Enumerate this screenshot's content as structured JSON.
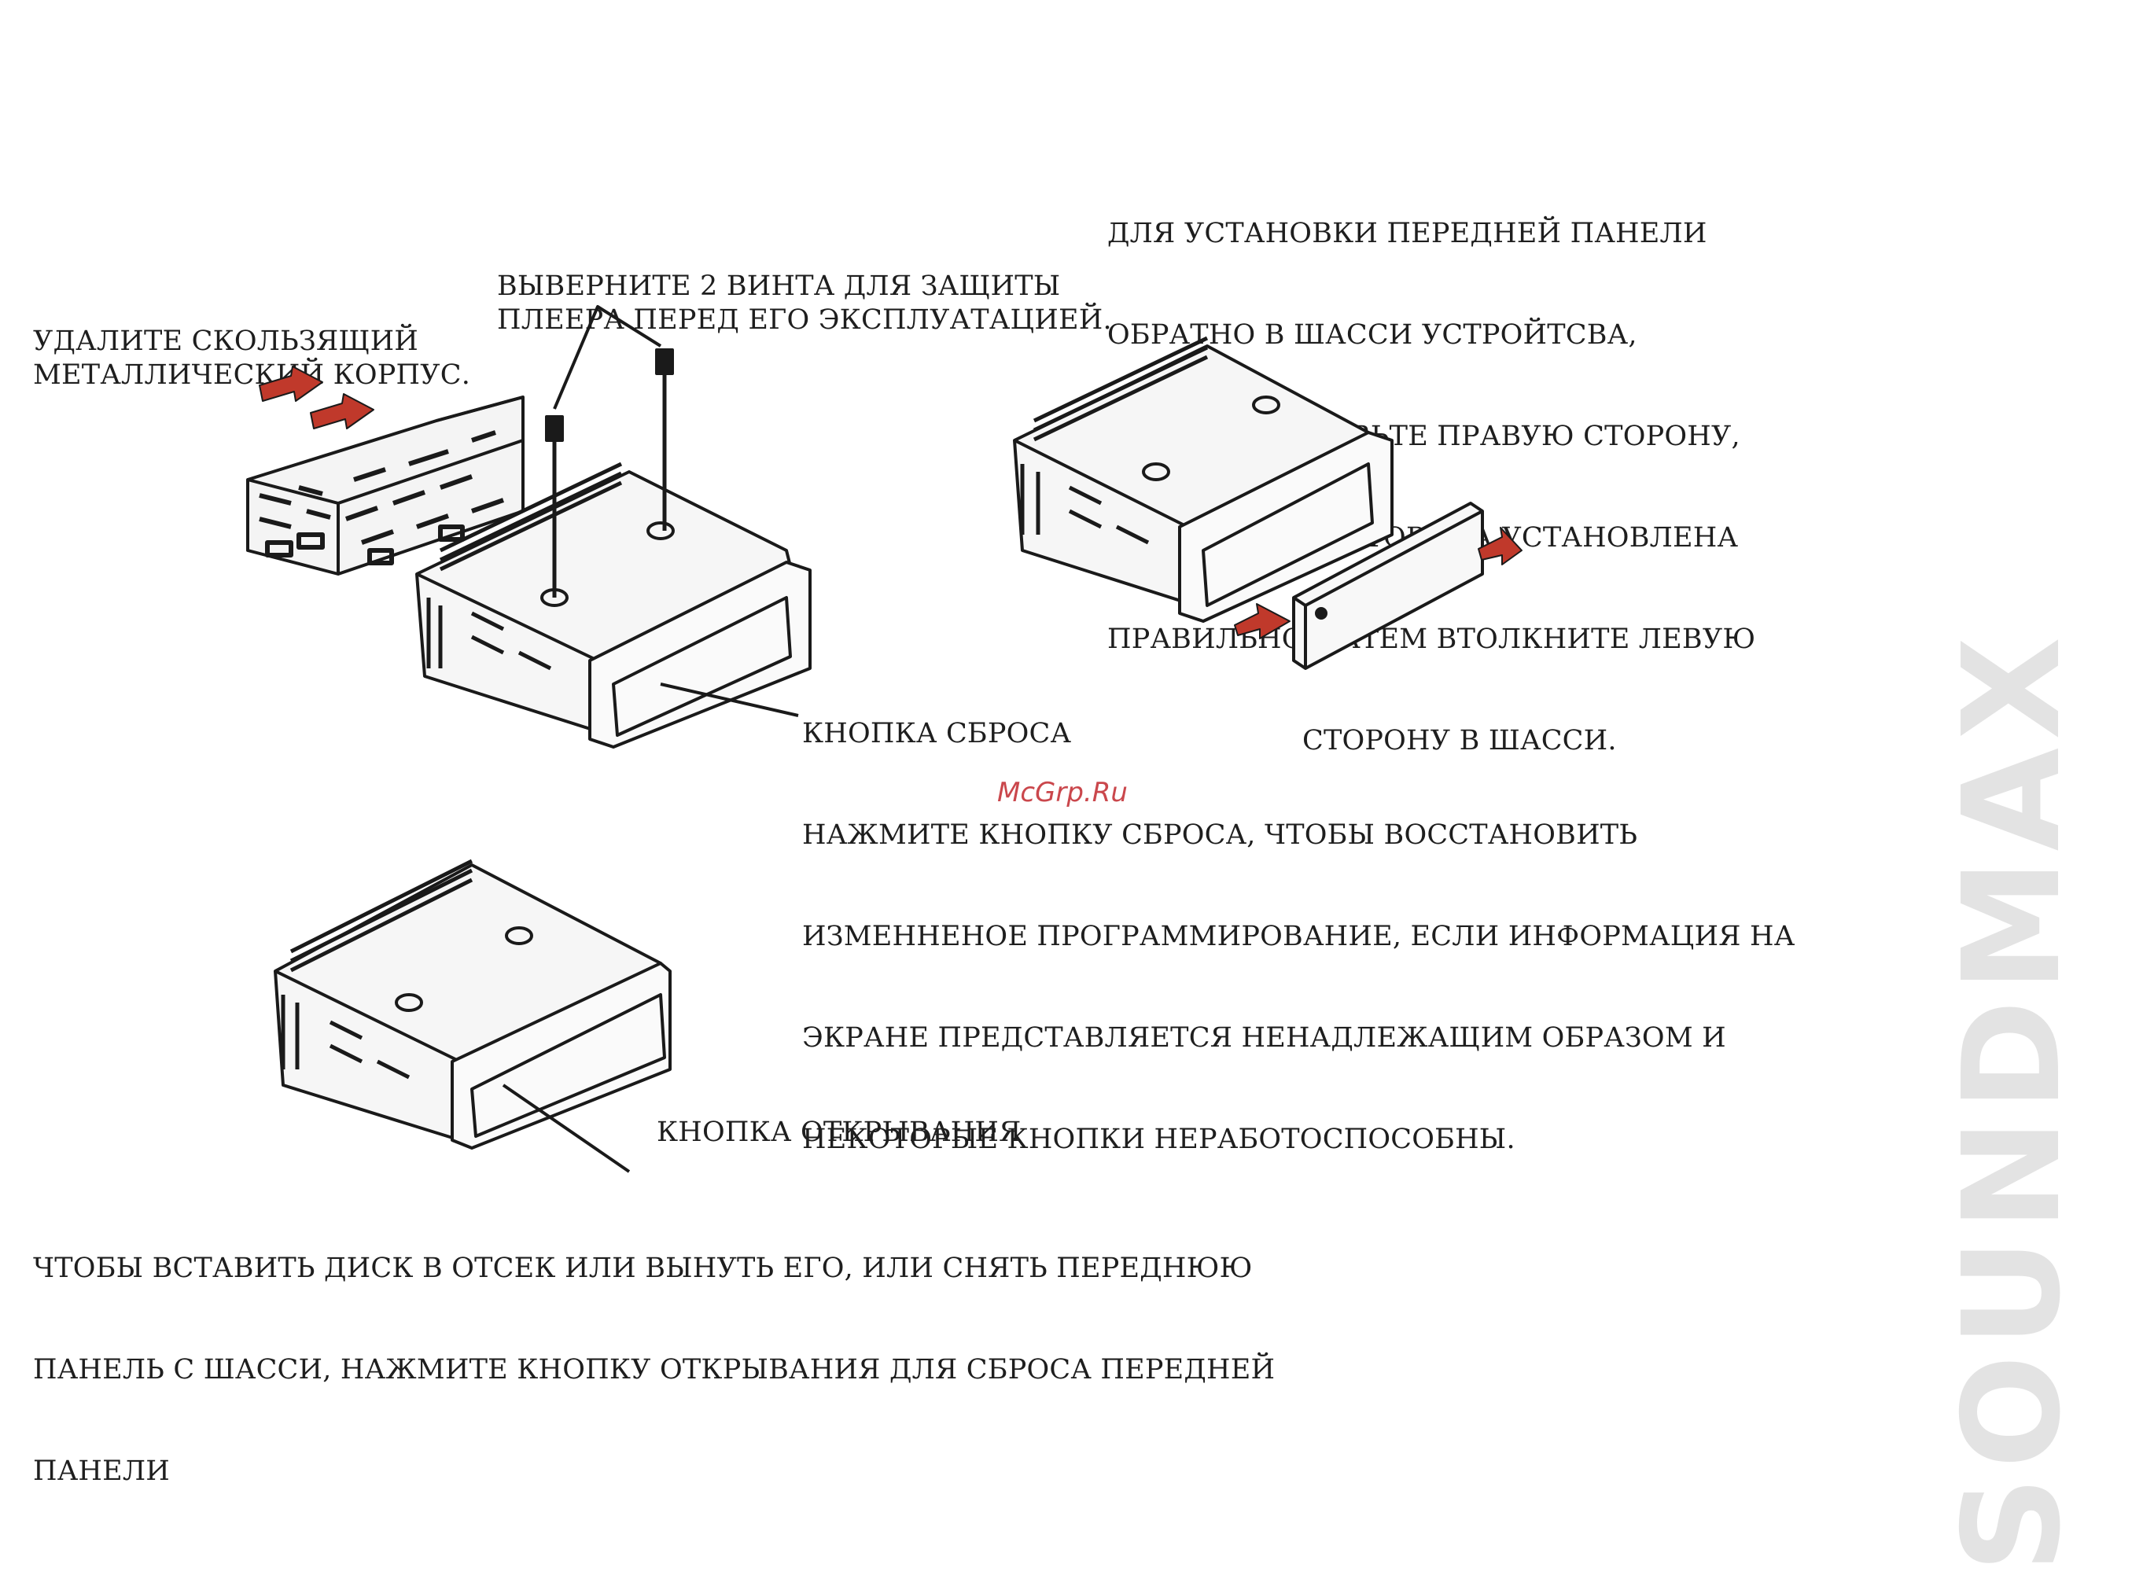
{
  "brand": {
    "text": "SOUNDMAX",
    "color": "#e3e3e3"
  },
  "watermark": {
    "text": "McGrp.Ru",
    "color": "#c1272d"
  },
  "labels": {
    "remove_sleeve": [
      "УДАЛИТЕ СКОЛЬЗЯЩИЙ",
      "МЕТАЛЛИЧЕСКИЙ КОРПУС."
    ],
    "screws": [
      "ВЫВЕРНИТЕ 2 ВИНТА ДЛЯ ЗАЩИТЫ",
      "ПЛЕЕРА ПЕРЕД ЕГО ЭКСПЛУАТАЦИЕЙ."
    ],
    "install_panel": [
      "ДЛЯ УСТАНОВКИ ПЕРЕДНЕЙ ПАНЕЛИ",
      "ОБРАТНО В ШАССИ УСТРОЙТСВА,",
      "СНАЧАЛА ВСТАВЬТЕ ПРАВУЮ СТОРОНУ,",
      "ЕСЛИ ЗАДНЯЯ СТОРОНА УСТАНОВЛЕНА",
      "ПРАВИЛЬНО, ЗАТЕМ ВТОЛКНИТЕ ЛЕВУЮ",
      "СТОРОНУ В ШАССИ."
    ],
    "reset": [
      "КНОПКА СБРОСА",
      "НАЖМИТЕ КНОПКУ СБРОСА, ЧТОБЫ ВОССТАНОВИТЬ",
      "ИЗМЕННЕНОЕ ПРОГРАММИРОВАНИЕ, ЕСЛИ ИНФОРМАЦИЯ НА",
      "ЭКРАНЕ ПРЕДСТАВЛЯЕТСЯ НЕНАДЛЕЖАЩИМ ОБРАЗОМ И",
      "НЕКОТОРЫЕ КНОПКИ НЕРАБОТОСПОСОБНЫ."
    ],
    "release_button": "КНОПКА ОТКРЫВАНИЯ",
    "insert_disc": [
      "ЧТОБЫ ВСТАВИТЬ ДИСК В ОТСЕК ИЛИ ВЫНУТЬ ЕГО, ИЛИ СНЯТЬ ПЕРЕДНЮЮ",
      "ПАНЕЛЬ С ШАССИ, НАЖМИТЕ КНОПКУ ОТКРЫВАНИЯ ДЛЯ СБРОСА ПЕРЕДНЕЙ",
      "ПАНЕЛИ"
    ]
  },
  "colors": {
    "arrow": "#c0392b",
    "line": "#1a1a1a"
  }
}
